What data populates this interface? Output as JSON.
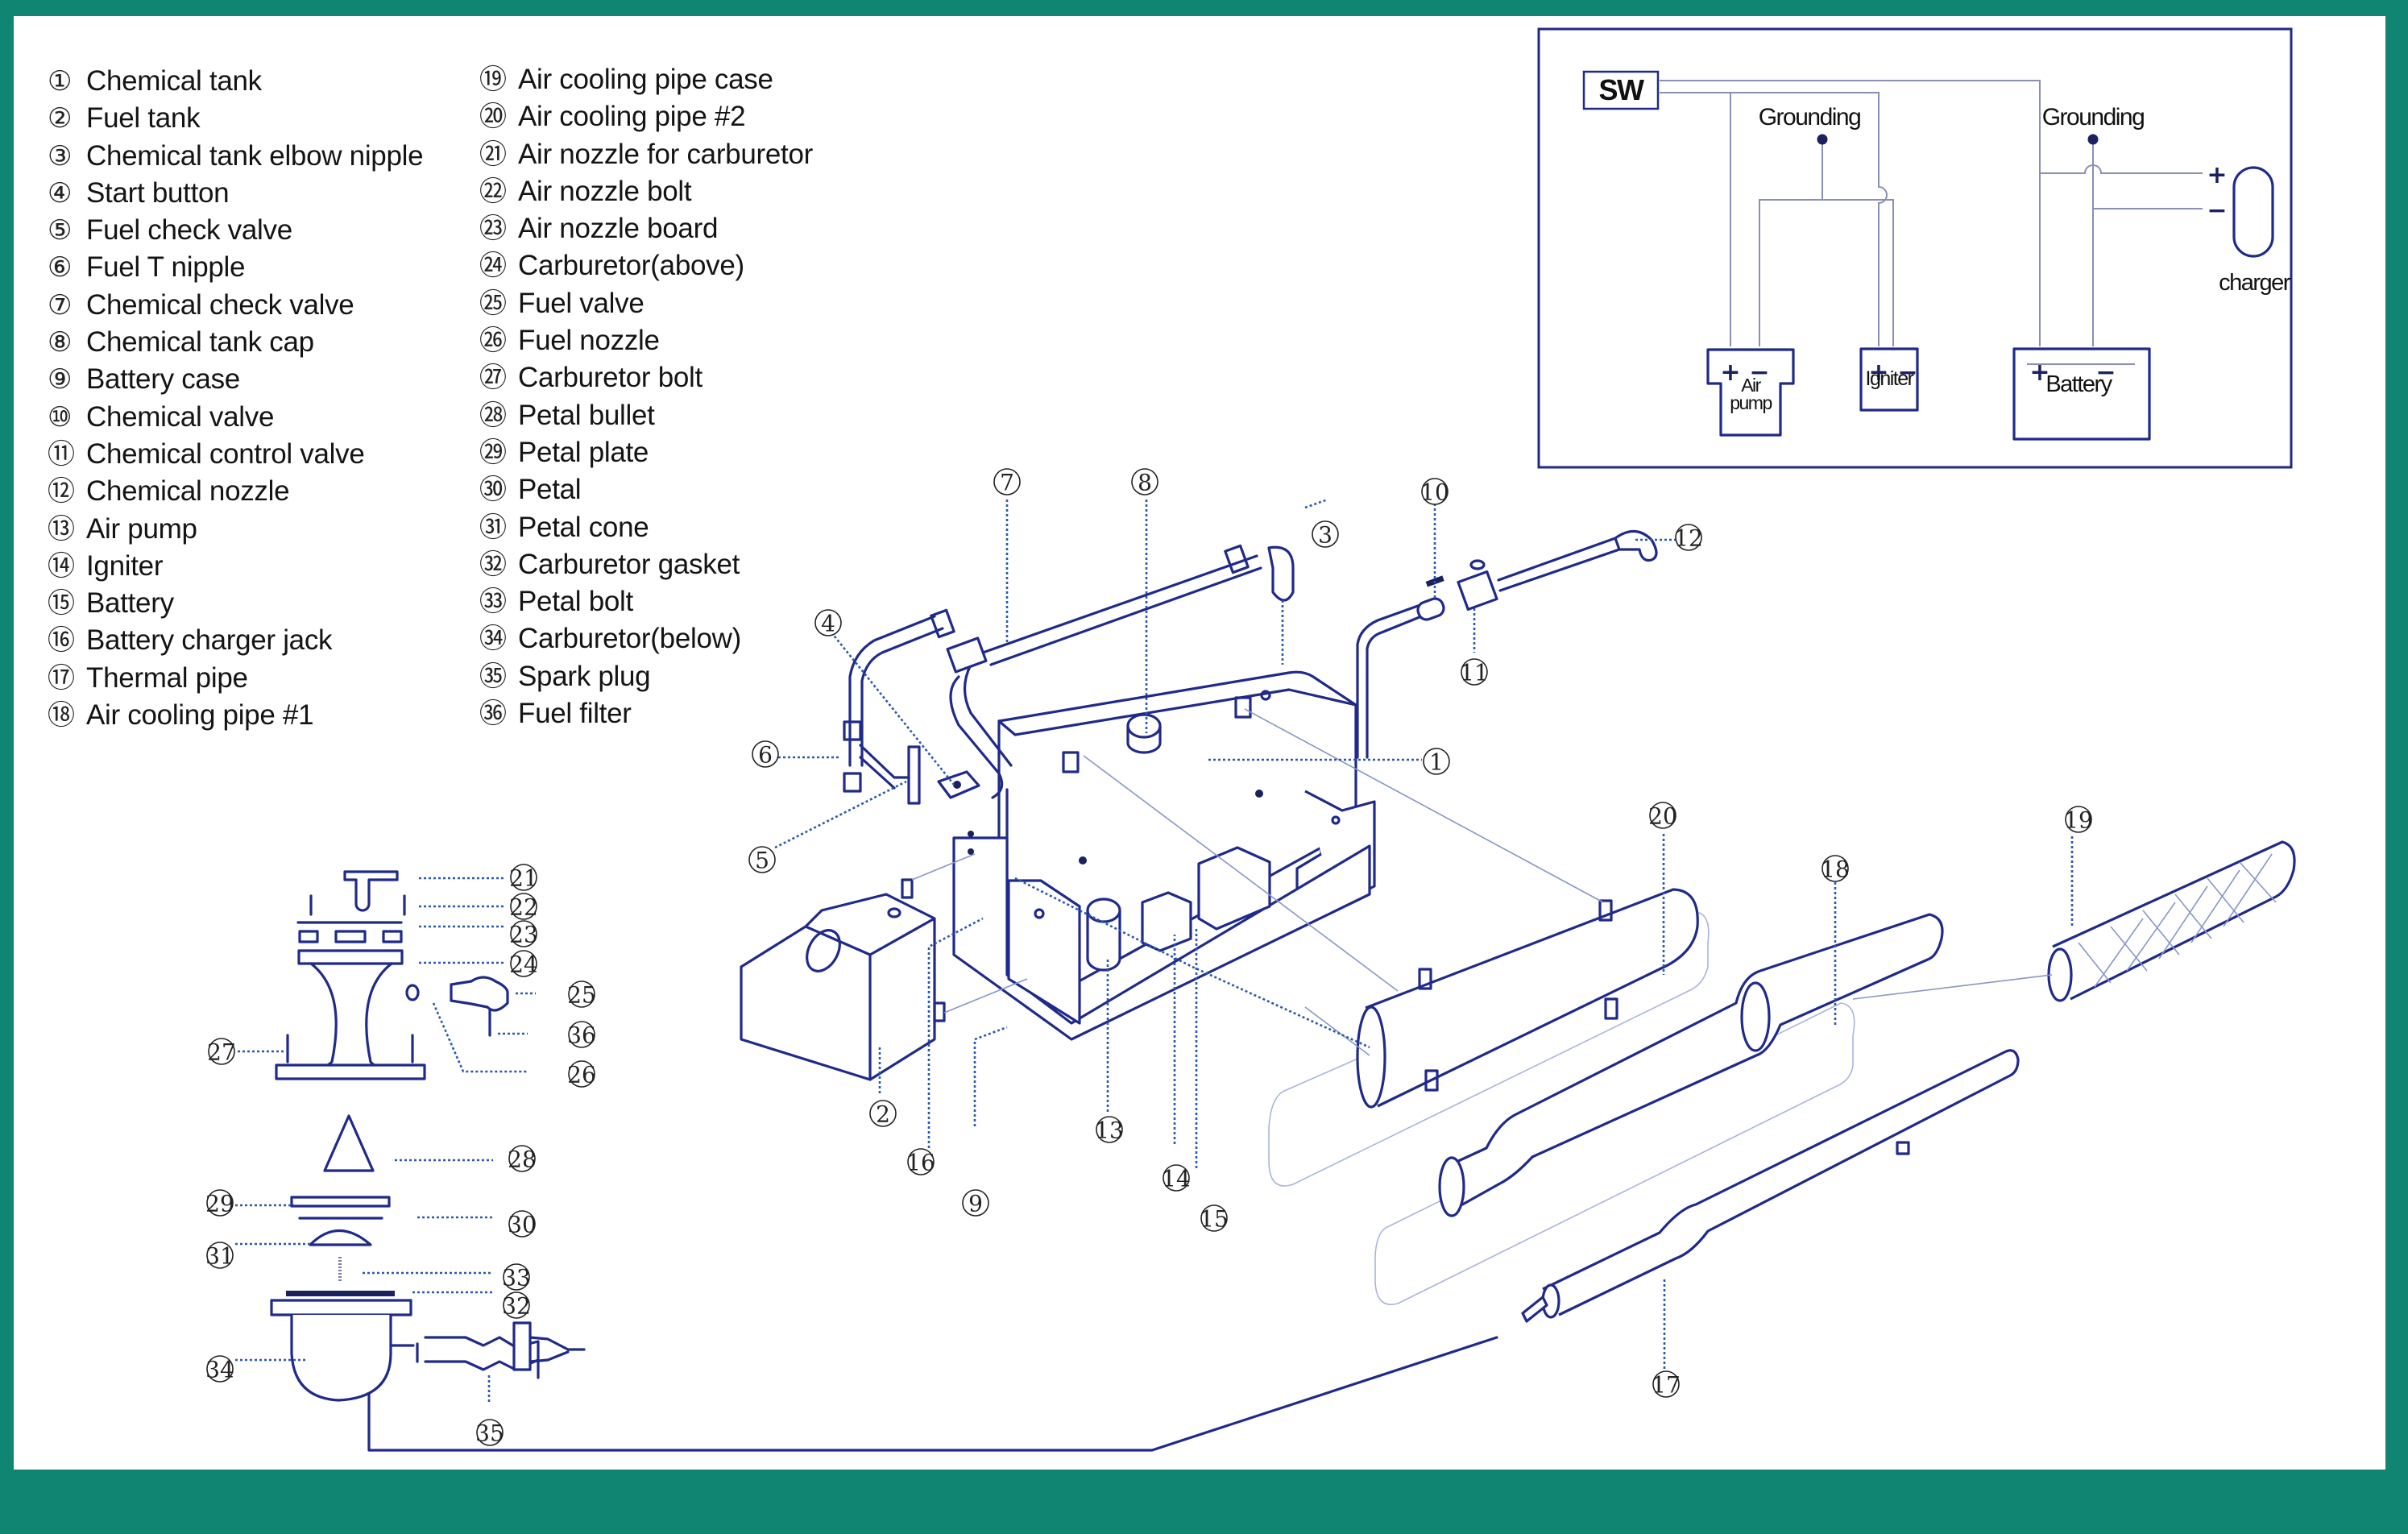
{
  "theme": {
    "frame_color": "#108572",
    "line_color": "#1f2a8a",
    "paper_color": "#ffffff"
  },
  "legend": {
    "column1": [
      {
        "num": "①",
        "label": "Chemical tank"
      },
      {
        "num": "②",
        "label": "Fuel tank"
      },
      {
        "num": "③",
        "label": "Chemical tank elbow nipple"
      },
      {
        "num": "④",
        "label": "Start button"
      },
      {
        "num": "⑤",
        "label": "Fuel check valve"
      },
      {
        "num": "⑥",
        "label": "Fuel T nipple"
      },
      {
        "num": "⑦",
        "label": "Chemical check valve"
      },
      {
        "num": "⑧",
        "label": "Chemical tank cap"
      },
      {
        "num": "⑨",
        "label": "Battery case"
      },
      {
        "num": "⑩",
        "label": "Chemical valve"
      },
      {
        "num": "⑪",
        "label": "Chemical control valve"
      },
      {
        "num": "⑫",
        "label": "Chemical nozzle"
      },
      {
        "num": "⑬",
        "label": "Air pump"
      },
      {
        "num": "⑭",
        "label": "Igniter"
      },
      {
        "num": "⑮",
        "label": "Battery"
      },
      {
        "num": "⑯",
        "label": "Battery charger jack"
      },
      {
        "num": "⑰",
        "label": "Thermal pipe"
      },
      {
        "num": "⑱",
        "label": "Air cooling pipe #1"
      }
    ],
    "column2": [
      {
        "num": "⑲",
        "label": "Air cooling pipe case"
      },
      {
        "num": "⑳",
        "label": "Air cooling pipe #2"
      },
      {
        "num": "㉑",
        "label": "Air nozzle for carburetor"
      },
      {
        "num": "㉒",
        "label": "Air nozzle bolt"
      },
      {
        "num": "㉓",
        "label": "Air nozzle board"
      },
      {
        "num": "㉔",
        "label": "Carburetor(above)"
      },
      {
        "num": "㉕",
        "label": "Fuel valve"
      },
      {
        "num": "㉖",
        "label": "Fuel nozzle"
      },
      {
        "num": "㉗",
        "label": "Carburetor bolt"
      },
      {
        "num": "㉘",
        "label": "Petal bullet"
      },
      {
        "num": "㉙",
        "label": "Petal plate"
      },
      {
        "num": "㉚",
        "label": "Petal"
      },
      {
        "num": "㉛",
        "label": "Petal cone"
      },
      {
        "num": "㉜",
        "label": "Carburetor gasket"
      },
      {
        "num": "㉝",
        "label": "Petal bolt"
      },
      {
        "num": "㉞",
        "label": "Carburetor(below)"
      },
      {
        "num": "㉟",
        "label": "Spark plug"
      },
      {
        "num": "㊱",
        "label": "Fuel filter"
      }
    ]
  },
  "callouts": {
    "c1": "1",
    "c2": "2",
    "c3": "3",
    "c4": "4",
    "c5": "5",
    "c6": "6",
    "c7": "7",
    "c8": "8",
    "c9": "9",
    "c10": "10",
    "c11": "11",
    "c12": "12",
    "c13": "13",
    "c14": "14",
    "c15": "15",
    "c16": "16",
    "c17": "17",
    "c18": "18",
    "c19": "19",
    "c20": "20",
    "c21": "21",
    "c22": "22",
    "c23": "23",
    "c24": "24",
    "c25": "25",
    "c26": "26",
    "c27": "27",
    "c28": "28",
    "c29": "29",
    "c30": "30",
    "c31": "31",
    "c32": "32",
    "c33": "33",
    "c34": "34",
    "c35": "35",
    "c36": "36"
  },
  "wiring": {
    "switch_label": "SW",
    "grounding_left": "Grounding",
    "grounding_right": "Grounding",
    "air_pump_line1": "Air",
    "air_pump_line2": "pump",
    "igniter": "Igniter",
    "battery": "Battery",
    "charger": "charger",
    "plus": "+",
    "minus": "−"
  }
}
